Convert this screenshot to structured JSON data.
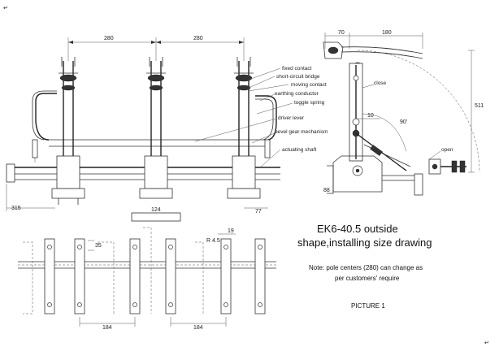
{
  "corner_marks": {
    "top_left": "↵",
    "bottom_right": "↵"
  },
  "front_view": {
    "dim_pole_spacing_left": "280",
    "dim_pole_spacing_right": "280",
    "dim_left_extension": "315",
    "dim_base_width": "124",
    "dim_right_end": "77"
  },
  "side_view": {
    "dim_top_left": "70",
    "dim_top_right": "180",
    "dim_height": "511",
    "dim_lever": "10",
    "dim_base": "88",
    "angle": "90'",
    "label_close": "close",
    "label_open": "open"
  },
  "callouts": [
    "fixed contact",
    "short-circuit bridge",
    "moving contact",
    "earthing conductor",
    "toggle spring",
    "driver lever",
    "bevel gear mechanism",
    "actuating shaft"
  ],
  "plan_view": {
    "dim_slot": "35",
    "dim_radius": "R 4.5",
    "dim_width": "19",
    "dim_center_left": "184",
    "dim_center_right": "184"
  },
  "title": {
    "line1": "EK6-40.5 outside",
    "line2": "shape,installing size drawing"
  },
  "note": {
    "line1": "Note: pole centers (280) can change as",
    "line2": "per customers' require"
  },
  "picture_label": "PICTURE 1"
}
